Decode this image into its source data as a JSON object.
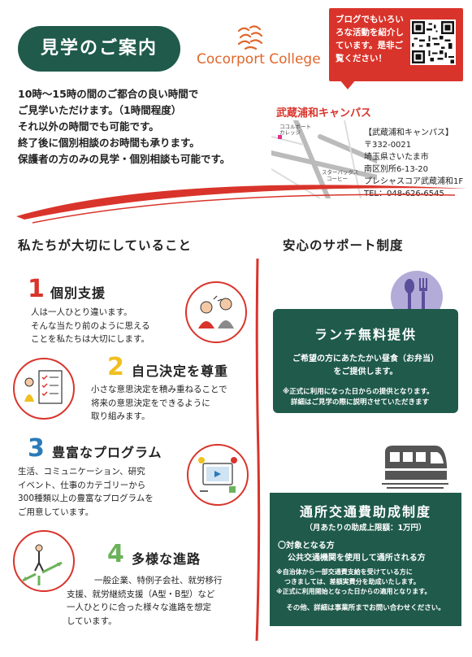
{
  "header": {
    "title": "見学のご案内",
    "logo_text": "Cocorport College",
    "blog_text": "ブログでもいろいろな活動を紹介しています。是非ご覧ください！"
  },
  "intro": {
    "lines": [
      "10時～15時の間のご都合の良い時間で",
      "ご見学いただけます。（1時間程度）",
      "それ以外の時間でも可能です。",
      "終了後に個別相談のお時間も承ります。",
      "保護者の方のみの見学・個別相談も可能です。"
    ]
  },
  "campus": {
    "title": "武蔵浦和キャンパス",
    "map_labels": [
      "ココルポート",
      "カレッジ",
      "スターバックス",
      "コーヒー"
    ],
    "address_lines": [
      "【武蔵浦和キャンパス】",
      "〒332-0021",
      "埼玉県さいたま市",
      "南区別所6-13-20",
      "プレシャスコア武蔵浦和1F",
      "TEL：048-626-6545"
    ]
  },
  "left_section": {
    "heading": "私たちが大切にしていること",
    "items": [
      {
        "num": "1",
        "title": "個別支援",
        "body": [
          "人は一人ひとり違います。",
          "そんな当たり前のように思える",
          "ことを私たちは大切にします。"
        ]
      },
      {
        "num": "2",
        "title": "自己決定を尊重",
        "body": [
          "小さな意思決定を積み重ねることで",
          "将来の意思決定をできるように",
          "取り組みます。"
        ]
      },
      {
        "num": "3",
        "title": "豊富なプログラム",
        "body": [
          "生活、コミュニケーション、研究",
          "イベント、仕事のカテゴリーから",
          "300種類以上の豊富なプログラムを",
          "ご用意しています。"
        ]
      },
      {
        "num": "4",
        "title": "多様な進路",
        "body": [
          "一般企業、特例子会社、就労移行",
          "支援、就労継続支援（A型・B型）など",
          "一人ひとりに合った様々な進路を想定",
          "しています。"
        ]
      }
    ]
  },
  "right_section": {
    "heading": "安心のサポート制度",
    "lunch": {
      "title": "ランチ無料提供",
      "body": [
        "ご希望の方にあたたかい昼食（お弁当）",
        "をご提供します。"
      ],
      "notes": [
        "※正式に利用になった日からの提供となります。",
        "詳細はご見学の際に説明させていただきます"
      ]
    },
    "transport": {
      "title": "通所交通費助成制度",
      "subtitle": "（月あたりの助成上限額：1万円）",
      "target_label": "〇対象となる方",
      "target_body": "公共交通機関を使用して通所される方",
      "notes": [
        "※自治体から一部交通費支給を受けている方に",
        "つきましては、差額実費分を助成いたします。",
        "※正式に利用開始となった日からの適用となります。"
      ],
      "footer": "その他、詳細は事業所までお問い合わせください。"
    }
  },
  "colors": {
    "brand_green": "#1f5a4a",
    "accent_red": "#d9342b",
    "logo_orange": "#e0662b"
  }
}
